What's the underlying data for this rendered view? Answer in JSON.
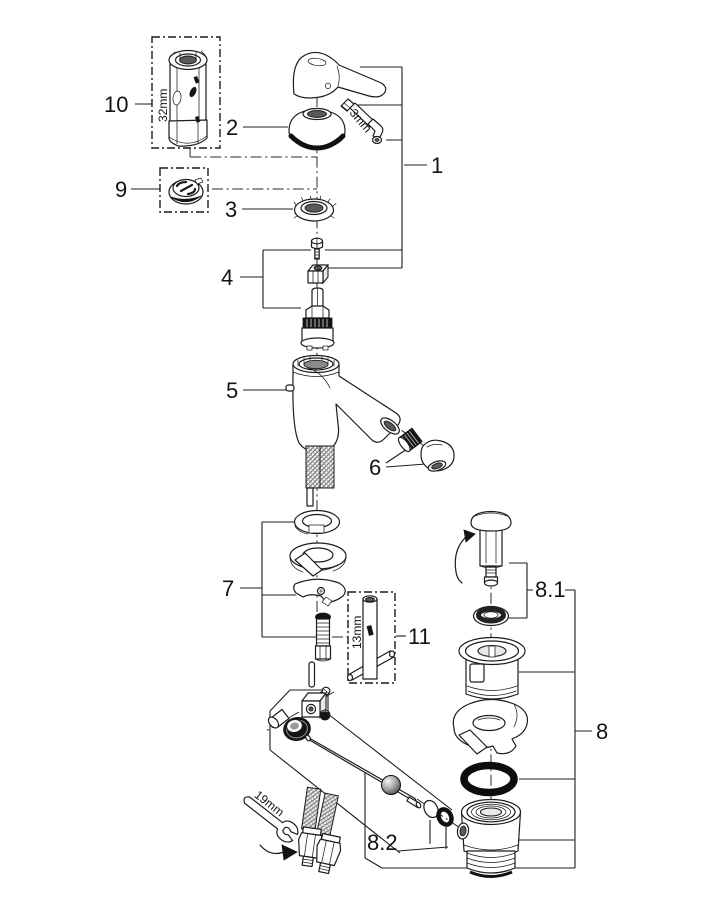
{
  "diagram": {
    "background": "#ffffff",
    "line_color": "#1c1c1c",
    "callouts": {
      "c1": "1",
      "c2": "2",
      "c3": "3",
      "c4": "4",
      "c5": "5",
      "c6": "6",
      "c7": "7",
      "c8": "8",
      "c8_1": "8.1",
      "c8_2": "8.2",
      "c9": "9",
      "c10": "10",
      "c11": "11"
    },
    "dimensions": {
      "d32": "32mm",
      "d3": "3mm",
      "d13": "13mm",
      "d19": "19mm"
    }
  }
}
